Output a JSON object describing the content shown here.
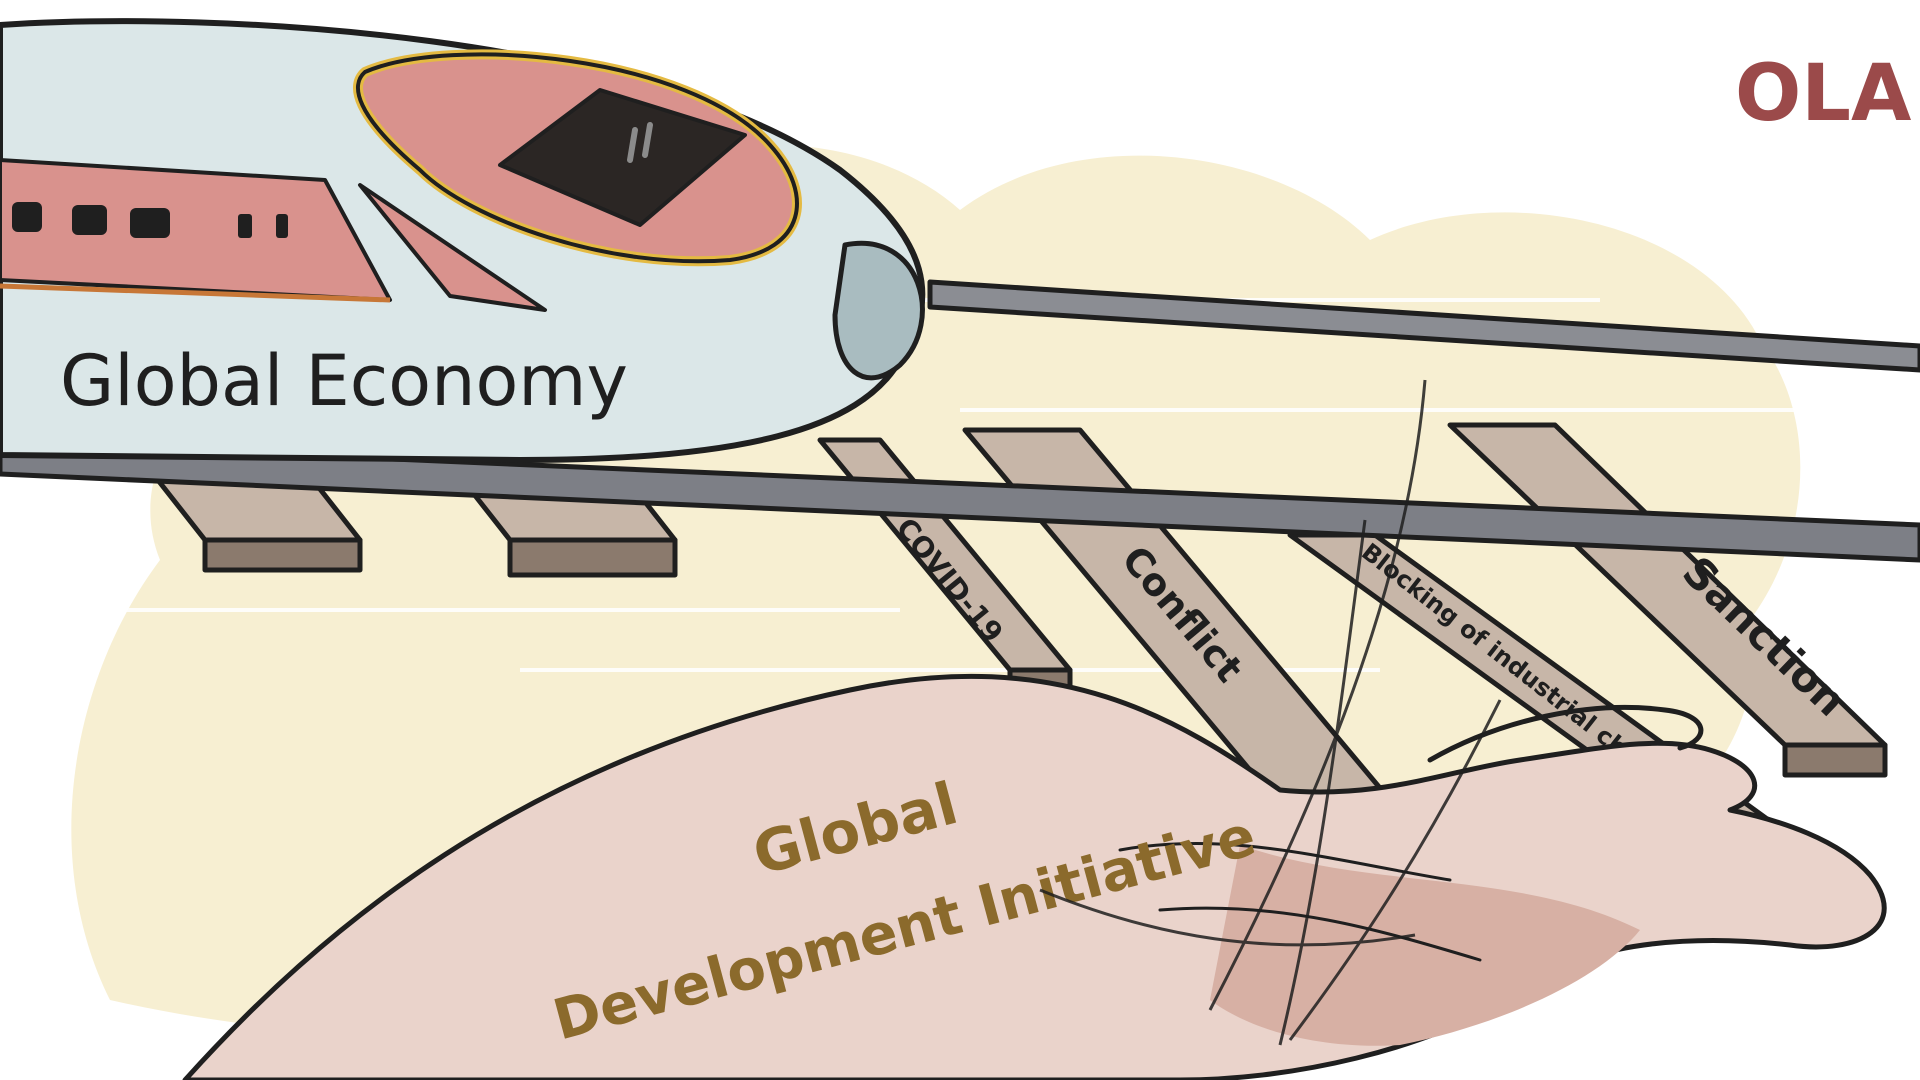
{
  "illustration": {
    "signature": "OLA!",
    "train_label": "Global Economy",
    "hand_label_line1": "Global",
    "hand_label_line2": "Development Initiative",
    "sleepers": [
      {
        "label": "COVID-19"
      },
      {
        "label": "Conflict"
      },
      {
        "label": "Blocking of industrial chain"
      },
      {
        "label": "Sanction"
      }
    ]
  },
  "colors": {
    "background": "#ffffff",
    "cloud": "#f7efd2",
    "train_body": "#dbe7e8",
    "train_stripe": "#d9928d",
    "window_dark": "#2b2624",
    "rail": "#7d7f86",
    "sleeper_top": "#c7b6a8",
    "sleeper_side": "#8b7a6d",
    "hand": "#ead3cb",
    "hand_text": "#8b6a2c",
    "signature": "#9b4a4a",
    "outline": "#1f1f1f"
  }
}
